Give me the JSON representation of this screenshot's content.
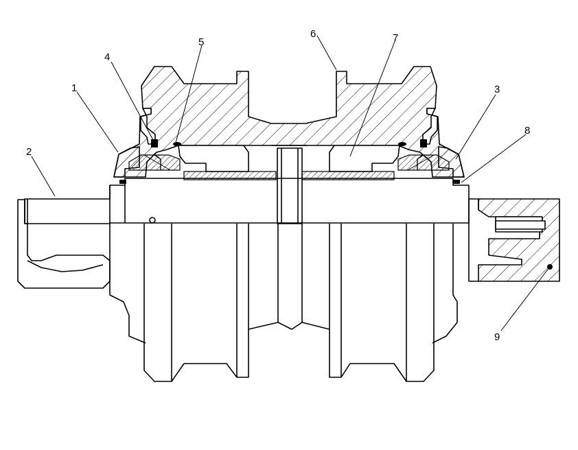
{
  "figure": {
    "subject": "Track roller cross-section",
    "callouts": [
      {
        "id": "c1",
        "label": "1"
      },
      {
        "id": "c2",
        "label": "2"
      },
      {
        "id": "c3",
        "label": "3"
      },
      {
        "id": "c4",
        "label": "4"
      },
      {
        "id": "c5",
        "label": "5"
      },
      {
        "id": "c6",
        "label": "6"
      },
      {
        "id": "c7",
        "label": "7"
      },
      {
        "id": "c8",
        "label": "8"
      },
      {
        "id": "c9",
        "label": "9"
      }
    ]
  }
}
